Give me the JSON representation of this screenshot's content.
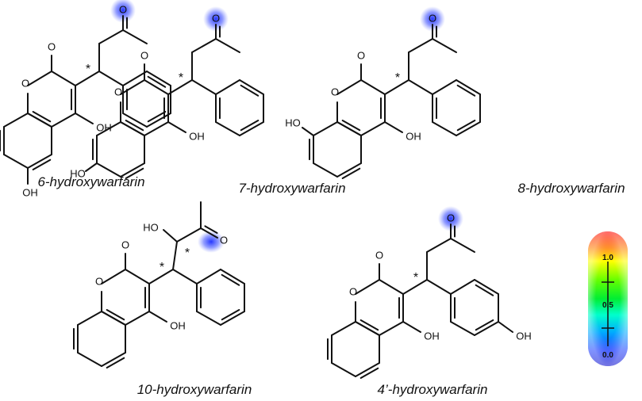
{
  "molecules": [
    {
      "caption": "6-hydroxywarfarin",
      "atoms": {
        "ketone_o": "O",
        "lactone_o": "O",
        "ring_o": "O",
        "oh_4": "OH",
        "oh_sub": "OH",
        "stereo": "*"
      }
    },
    {
      "caption": "7-hydroxywarfarin",
      "atoms": {
        "ketone_o": "O",
        "lactone_o": "O",
        "ring_o": "O",
        "oh_4": "OH",
        "oh_sub": "HO",
        "stereo": "*"
      }
    },
    {
      "caption": "8-hydroxywarfarin",
      "atoms": {
        "ketone_o": "O",
        "lactone_o": "O",
        "ring_o": "O",
        "oh_4": "OH",
        "oh_sub": "HO",
        "stereo": "*"
      }
    },
    {
      "caption": "10-hydroxywarfarin",
      "atoms": {
        "ketone_o": "O",
        "lactone_o": "O",
        "ring_o": "O",
        "oh_4": "OH",
        "oh_sub": "HO",
        "stereo": "*",
        "stereo2": "*"
      }
    },
    {
      "caption": "4’-hydroxywarfarin",
      "atoms": {
        "ketone_o": "O",
        "lactone_o": "O",
        "ring_o": "O",
        "oh_4": "OH",
        "oh_sub": "OH",
        "stereo": "*"
      }
    }
  ],
  "scale": {
    "top": "1.0",
    "mid": "0.5",
    "bottom": "0.0"
  },
  "colors": {
    "highlight": "#3344ff",
    "bond": "#111111"
  }
}
